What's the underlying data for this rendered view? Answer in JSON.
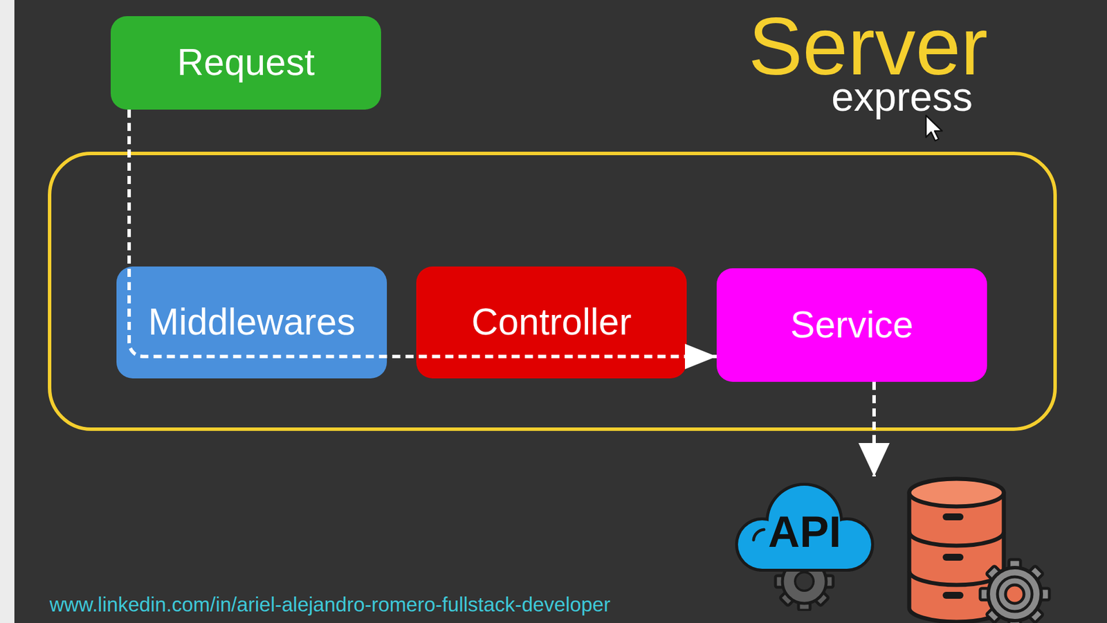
{
  "diagram": {
    "nodes": [
      {
        "text": [
          "Request"
        ]
      },
      {
        "text": [
          "Server",
          "express"
        ]
      },
      {
        "text": [
          "Middlewares"
        ],
        "in": 1
      },
      {
        "text": [
          "Controller"
        ],
        "in": 1
      },
      {
        "text": [
          "Service"
        ],
        "in": 1
      },
      {
        "text": [
          "API"
        ]
      }
    ],
    "edges": [
      {
        "from": 0,
        "to": 4,
        "arrow": "to"
      },
      {
        "from": 4,
        "to": 5,
        "arrow": "to"
      }
    ],
    "labels": [
      "www.linkedin.com/in/ariel-alejandro-romero-fullstack-developer"
    ]
  }
}
